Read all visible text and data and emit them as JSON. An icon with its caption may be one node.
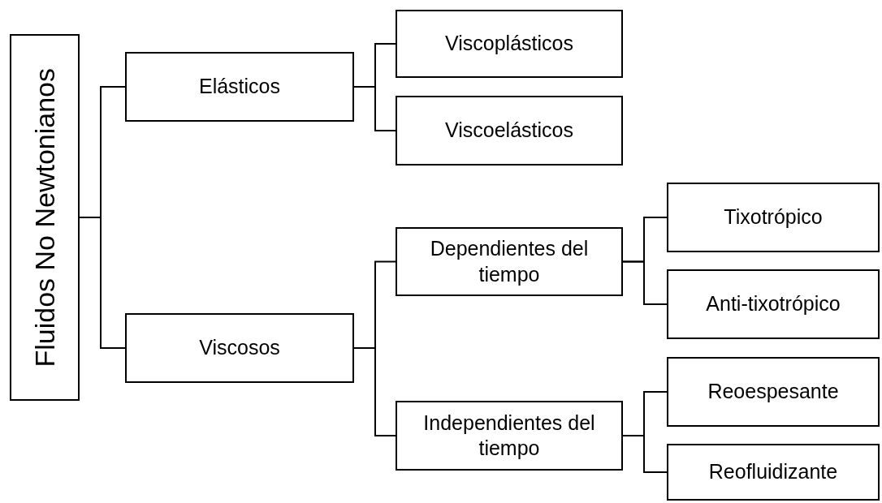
{
  "diagram": {
    "nodes": [
      {
        "text": [
          "Fluidos No Newtonianos"
        ]
      },
      {
        "text": [
          "Elásticos"
        ]
      },
      {
        "text": [
          "Viscoplásticos"
        ]
      },
      {
        "text": [
          "Viscoelásticos"
        ]
      },
      {
        "text": [
          "Viscosos"
        ]
      },
      {
        "text": [
          "Dependientes del tiempo"
        ]
      },
      {
        "text": [
          "Independientes del tiempo"
        ]
      },
      {
        "text": [
          "Tixotrópico"
        ]
      },
      {
        "text": [
          "Anti-tixotrópico"
        ]
      },
      {
        "text": [
          "Reoespesante"
        ]
      },
      {
        "text": [
          "Reofluidizante"
        ]
      }
    ],
    "edges": [
      {
        "from": 0,
        "to": 1,
        "arrow": "none"
      },
      {
        "from": 0,
        "to": 4,
        "arrow": "none"
      },
      {
        "from": 1,
        "to": 2,
        "arrow": "none"
      },
      {
        "from": 1,
        "to": 3,
        "arrow": "none"
      },
      {
        "from": 4,
        "to": 5,
        "arrow": "none"
      },
      {
        "from": 4,
        "to": 6,
        "arrow": "none"
      },
      {
        "from": 5,
        "to": 7,
        "arrow": "none"
      },
      {
        "from": 5,
        "to": 8,
        "arrow": "none"
      },
      {
        "from": 6,
        "to": 9,
        "arrow": "none"
      },
      {
        "from": 6,
        "to": 10,
        "arrow": "none"
      }
    ]
  }
}
